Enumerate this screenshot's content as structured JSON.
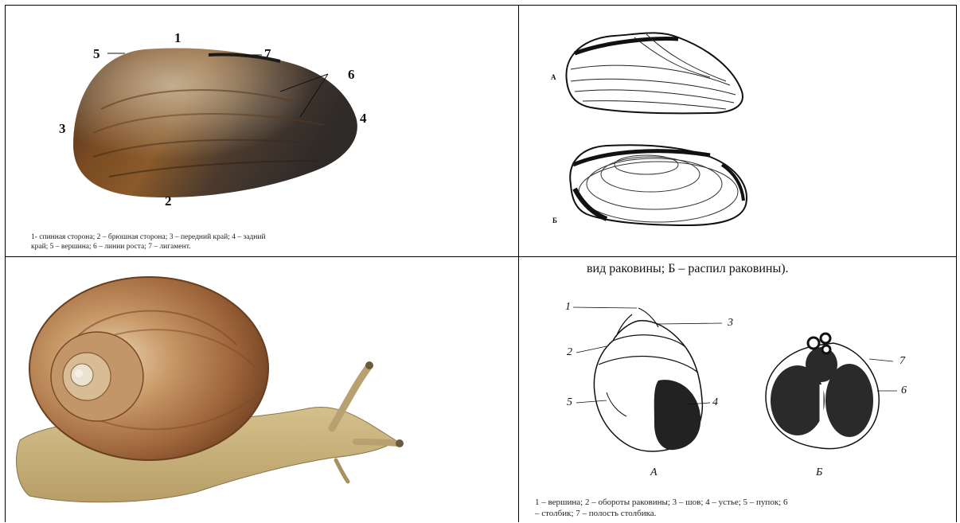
{
  "mussel": {
    "labels": {
      "n1": "1",
      "n2": "2",
      "n3": "3",
      "n4": "4",
      "n5": "5",
      "n6": "6",
      "n7": "7"
    },
    "caption_line1": "1- спинная сторона; 2 – брюшная сторона; 3 – передний край; 4 – задний",
    "caption_line2": "край; 5 – вершина; 6 – линии роста; 7 – лигамент."
  },
  "shell_drawings": {
    "label_a": "А",
    "label_b": "Б"
  },
  "snail_diagram": {
    "header": "вид раковины; Б – распил раковины).",
    "labels": {
      "n1": "1",
      "n2": "2",
      "n3": "3",
      "n4": "4",
      "n5": "5",
      "n6": "6",
      "n7": "7"
    },
    "label_a": "А",
    "label_b": "Б",
    "caption_line1": "1 – вершина; 2 – обороты раковины; 3 – шов; 4 – устье; 5 – пупок; 6",
    "caption_line2": "– столбик; 7 – полость столбика."
  }
}
